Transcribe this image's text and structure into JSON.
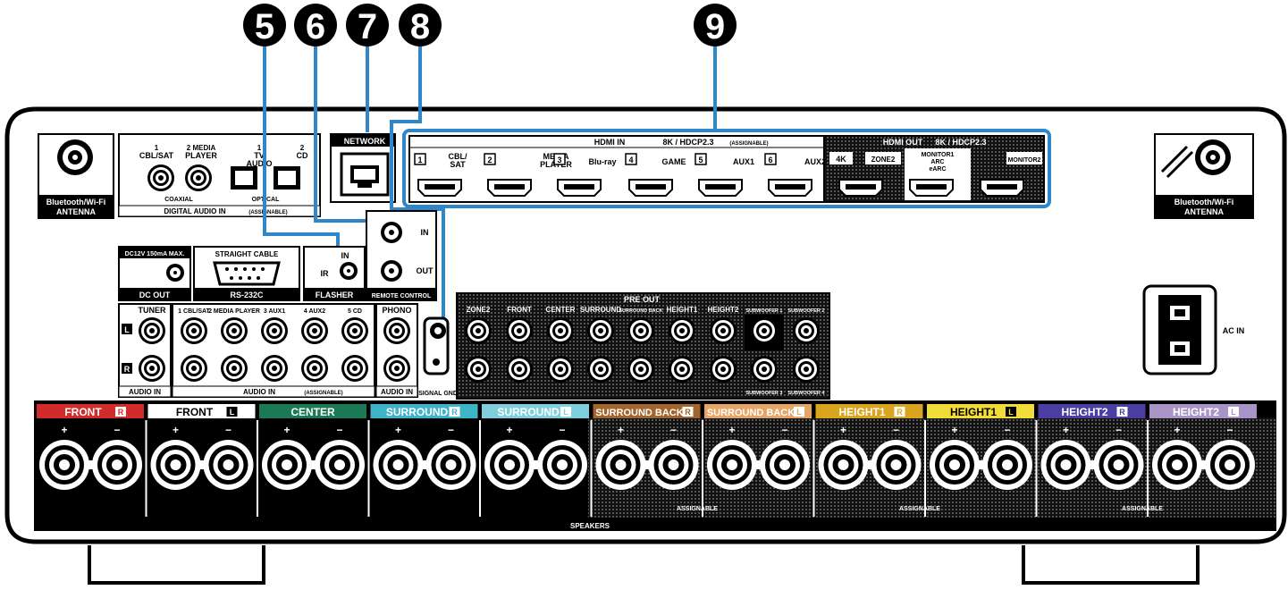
{
  "callouts": [
    "5",
    "6",
    "7",
    "8",
    "9"
  ],
  "antenna": {
    "left_label1": "Bluetooth/Wi-Fi",
    "left_label2": "ANTENNA",
    "right_label1": "Bluetooth/Wi-Fi",
    "right_label2": "ANTENNA"
  },
  "digital_audio": {
    "title": "DIGITAL AUDIO IN",
    "title_note": "(ASSIGNABLE)",
    "coax_label": "COAXIAL",
    "optical_label": "OPTICAL",
    "in1_num": "1",
    "in1_label": "CBL/SAT",
    "in2_num": "2 MEDIA",
    "in2_label": "PLAYER",
    "opt1_num": "1",
    "opt1_label": "TV",
    "opt1_label2": "AUDIO",
    "opt2_num": "2",
    "opt2_label": "CD"
  },
  "network": {
    "label": "NETWORK"
  },
  "hdmi_in": {
    "title": "HDMI IN",
    "spec": "8K / HDCP2.3",
    "note": "(ASSIGNABLE)",
    "ports": [
      {
        "num": "1",
        "label": "CBL/",
        "label2": "SAT"
      },
      {
        "num": "2",
        "label": "MEDIA",
        "label2": "PLAYER"
      },
      {
        "num": "3",
        "label": "Blu-ray",
        "label2": ""
      },
      {
        "num": "4",
        "label": "GAME",
        "label2": ""
      },
      {
        "num": "5",
        "label": "AUX1",
        "label2": ""
      },
      {
        "num": "6",
        "label": "AUX2",
        "label2": ""
      }
    ]
  },
  "hdmi_out": {
    "title": "HDMI OUT",
    "spec": "8K / HDCP2.3",
    "ports": [
      "4K",
      "ZONE2",
      "MONITOR1",
      "MONITOR2"
    ],
    "monitor1_extra1": "ARC",
    "monitor1_extra2": "eARC"
  },
  "dc_out": {
    "spec": "DC12V 150mA MAX.",
    "label": "DC OUT"
  },
  "rs232c": {
    "top": "STRAIGHT CABLE",
    "label": "RS-232C"
  },
  "flasher": {
    "in": "IN",
    "ir": "IR",
    "label": "FLASHER"
  },
  "remote": {
    "in": "IN",
    "out": "OUT",
    "label": "REMOTE CONTROL"
  },
  "tuner": {
    "label": "TUNER",
    "l": "L",
    "r": "R",
    "bottom": "AUDIO IN"
  },
  "audio_in": {
    "inputs": [
      "1 CBL/SAT",
      "2 MEDIA PLAYER",
      "3 AUX1",
      "4 AUX2",
      "5 CD"
    ],
    "bottom": "AUDIO IN",
    "bottom_note": "(ASSIGNABLE)"
  },
  "phono": {
    "label": "PHONO",
    "bottom": "AUDIO IN"
  },
  "signal_gnd": "SIGNAL GND",
  "pre_out": {
    "title": "PRE OUT",
    "channels": [
      "ZONE2",
      "FRONT",
      "CENTER",
      "SURROUND",
      "SURROUND BACK",
      "HEIGHT1",
      "HEIGHT2",
      "SUBWOOFER 1",
      "SUBWOOFER 2"
    ],
    "sub_bottom": [
      "SUBWOOFER 3",
      "SUBWOOFER 4"
    ]
  },
  "ac_in": "AC IN",
  "speakers": {
    "label": "SPEAKERS",
    "assignable": "ASSIGNABLE",
    "channels": [
      {
        "name": "FRONT",
        "side": "R",
        "color": "#d22b2b"
      },
      {
        "name": "FRONT",
        "side": "L",
        "color": "#ffffff"
      },
      {
        "name": "CENTER",
        "side": "",
        "color": "#1b7a55"
      },
      {
        "name": "SURROUND",
        "side": "R",
        "color": "#3fb3c8"
      },
      {
        "name": "SURROUND",
        "side": "L",
        "color": "#7fcfdc"
      },
      {
        "name": "SURROUND BACK",
        "side": "R",
        "color": "#a0642c"
      },
      {
        "name": "SURROUND BACK",
        "side": "L",
        "color": "#e5a567"
      },
      {
        "name": "HEIGHT1",
        "side": "R",
        "color": "#d9a51e"
      },
      {
        "name": "HEIGHT1",
        "side": "L",
        "color": "#f2dc3a"
      },
      {
        "name": "HEIGHT2",
        "side": "R",
        "color": "#4a3fa1"
      },
      {
        "name": "HEIGHT2",
        "side": "L",
        "color": "#a994c8"
      }
    ]
  },
  "colors": {
    "callout": "#000000",
    "line": "#2f86c9"
  }
}
